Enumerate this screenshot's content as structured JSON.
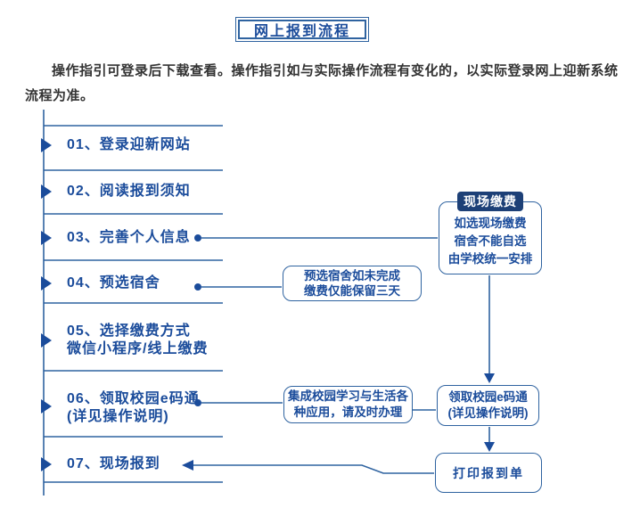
{
  "title": "网上报到流程",
  "intro": "操作指引可登录后下载查看。操作指引如与实际操作流程有变化的，以实际登录网上迎新系统流程为准。",
  "steps": [
    {
      "label": "01、登录迎新网站"
    },
    {
      "label": "02、阅读报到须知"
    },
    {
      "label": "03、完善个人信息"
    },
    {
      "label": "04、预选宿舍"
    },
    {
      "label": "05、选择缴费方式",
      "sub": "微信小程序/线上缴费"
    },
    {
      "label": "06、领取校园e码通",
      "sub": "(详见操作说明)"
    },
    {
      "label": "07、现场报到"
    }
  ],
  "callouts": {
    "onsite_payment": {
      "tab": "现场缴费",
      "lines": [
        "如选现场缴费",
        "宿舍不能自选",
        "由学校统一安排"
      ]
    },
    "dorm_note": {
      "lines": [
        "预选宿舍如未完成",
        "缴费仅能保留三天"
      ]
    },
    "ecode_note": {
      "lines": [
        "集成校园学习与生活各",
        "种应用，请及时办理"
      ]
    },
    "ecode": {
      "lines": [
        "领取校园e码通",
        "(详见操作说明)"
      ]
    },
    "print": {
      "label": "打印报到单"
    }
  },
  "colors": {
    "accent_text": "#1b4c9b",
    "line": "#2f63a0",
    "tab_background": "#1d4077",
    "body_text": "#333333"
  }
}
